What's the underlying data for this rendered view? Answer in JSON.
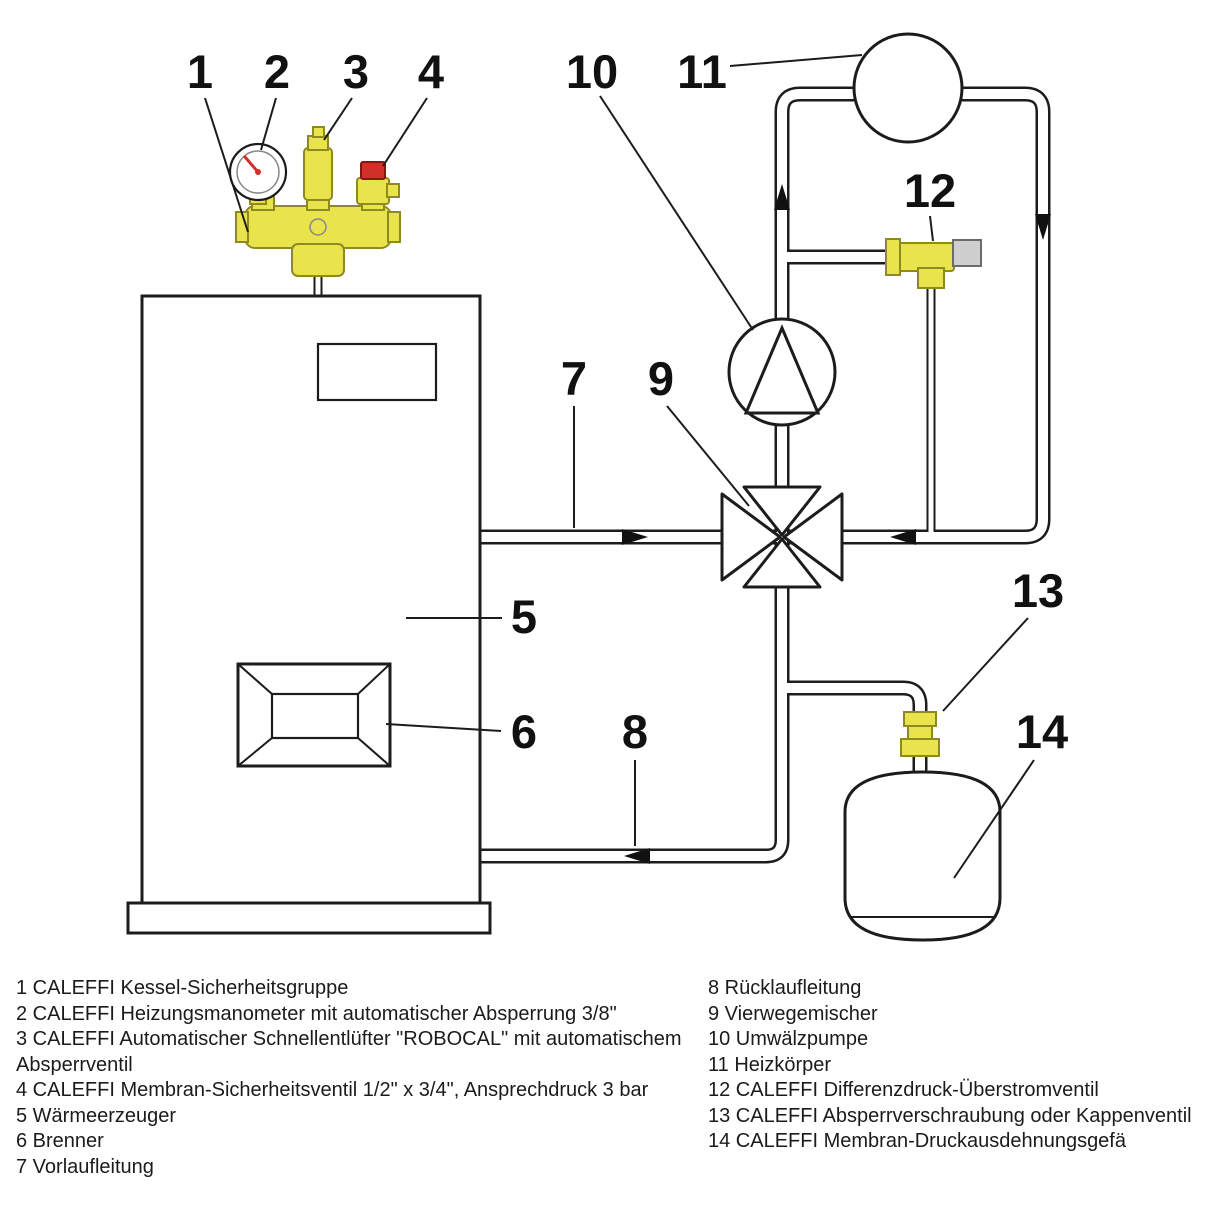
{
  "colors": {
    "outline": "#1c1c1c",
    "brass_fill": "#e9e44c",
    "brass_stroke": "#8f8a20",
    "red_accent": "#d03028",
    "grey_fill": "#cfcfcf",
    "background": "#ffffff"
  },
  "callouts": {
    "c1": "1",
    "c2": "2",
    "c3": "3",
    "c4": "4",
    "c5": "5",
    "c6": "6",
    "c7": "7",
    "c8": "8",
    "c9": "9",
    "c10": "10",
    "c11": "11",
    "c12": "12",
    "c13": "13",
    "c14": "14"
  },
  "legend": {
    "left": [
      "1 CALEFFI Kessel-Sicherheitsgruppe",
      "2 CALEFFI Heizungsmanometer mit automatischer Absperrung 3/8\"",
      "3 CALEFFI Automatischer Schnellentlüfter \"ROBOCAL\" mit automatischem",
      "Absperrventil",
      "4 CALEFFI Membran-Sicherheitsventil 1/2\" x 3/4\", Ansprechdruck 3 bar",
      "5 Wärmeerzeuger",
      "6 Brenner",
      "7 Vorlaufleitung"
    ],
    "right": [
      "8 Rücklaufleitung",
      "9 Vierwegemischer",
      "10 Umwälzpumpe",
      "11 Heizkörper",
      "12 CALEFFI Differenzdruck-Überstromventil",
      "13 CALEFFI Absperrverschraubung oder Kappenventil",
      "14 CALEFFI Membran-Druckausdehnungsgefä"
    ]
  }
}
